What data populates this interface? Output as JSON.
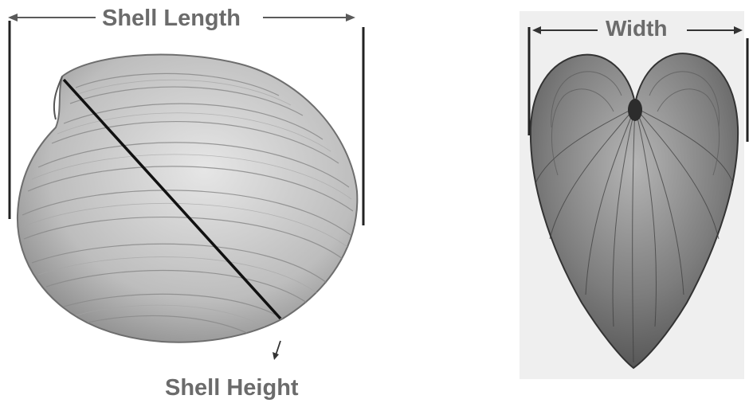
{
  "labels": {
    "shell_length": "Shell Length",
    "shell_height": "Shell Height",
    "width": "Width"
  },
  "colors": {
    "label_gray": "#6b6b6b",
    "ink": "#1a1a1a",
    "shell_fill": "#cfcfcf",
    "width_panel_bg": "#efefef",
    "width_shell_fill": "#8a8a8a"
  },
  "icons": {
    "side_view": "clam-shell-side-view-illustration",
    "front_view": "clam-shell-front-view-illustration"
  }
}
